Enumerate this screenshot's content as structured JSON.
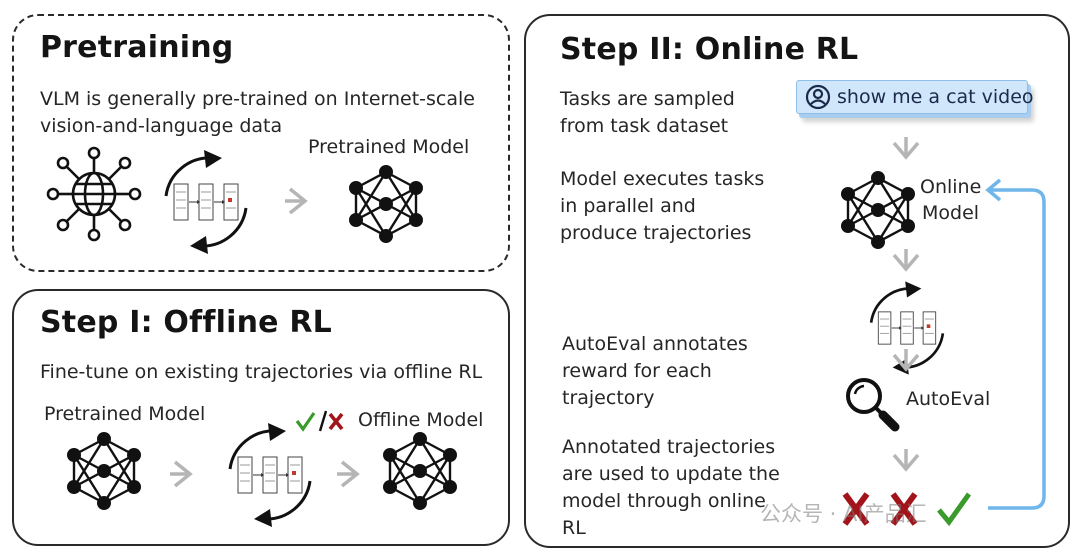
{
  "pretraining": {
    "title": "Pretraining",
    "description": "VLM is generally pre-trained on Internet-scale vision-and-language data",
    "model_label": "Pretrained Model"
  },
  "offline": {
    "title": "Step I: Offline RL",
    "description": "Fine-tune on existing trajectories via offline RL",
    "input_model_label": "Pretrained Model",
    "output_model_label": "Offline Model"
  },
  "online": {
    "title": "Step II: Online RL",
    "step1_text": "Tasks are sampled from task dataset",
    "task_prompt": "show me a cat video",
    "step2_text": "Model executes tasks in parallel and produce trajectories",
    "model_label_line1": "Online",
    "model_label_line2": "Model",
    "step3_text": "AutoEval annotates reward for each trajectory",
    "autoeval_label": "AutoEval",
    "step4_text": "Annotated trajectories are used to update the model through online RL"
  },
  "watermark": "公众号 · AI产品汇",
  "icons": [
    "globe-network-icon",
    "neural-network-icon",
    "trajectory-cycle-icon",
    "check-cross-icon",
    "magnifier-icon",
    "user-circle-icon",
    "arrow-right-icon",
    "arrow-down-icon",
    "feedback-loop-arrow"
  ],
  "colors": {
    "border": "#2a2a2a",
    "arrow_gray": "#b5b5b5",
    "check_green": "#3a9a2c",
    "cross_red": "#a3141a",
    "loop_blue": "#6fb6ea",
    "chip_blue": "#cfe6fb"
  }
}
